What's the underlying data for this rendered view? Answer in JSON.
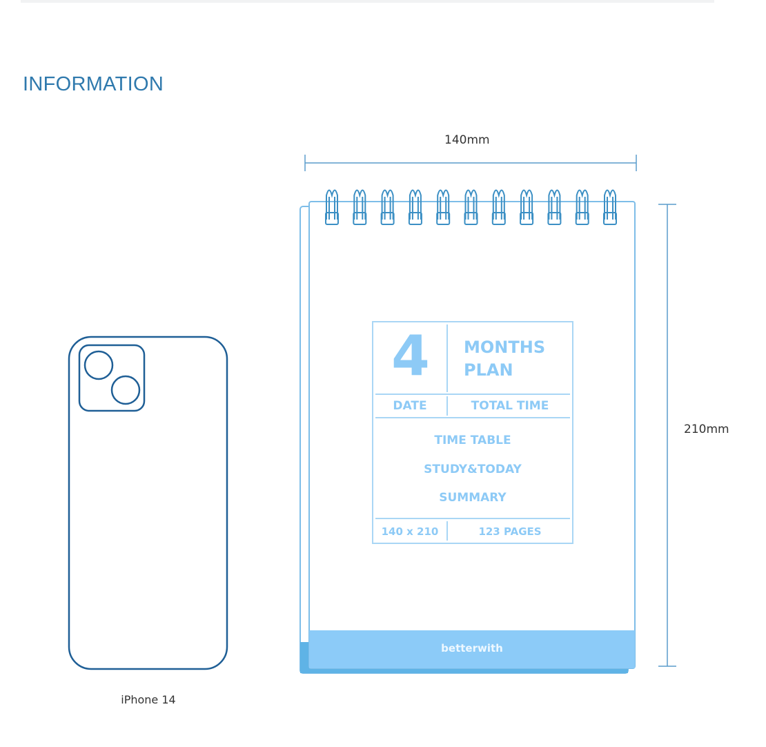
{
  "section": {
    "title": "INFORMATION"
  },
  "dimensions": {
    "width_label": "140mm",
    "height_label": "210mm"
  },
  "phone": {
    "caption": "iPhone 14"
  },
  "notebook": {
    "big_number": "4",
    "title_line1": "MONTHS",
    "title_line2": "PLAN",
    "date_label": "DATE",
    "total_time_label": "TOTAL TIME",
    "sections": [
      "TIME TABLE",
      "STUDY&TODAY",
      "SUMMARY"
    ],
    "size_label": "140 x 210",
    "pages_label": "123 PAGES",
    "brand": "betterwith"
  },
  "colors": {
    "accent": "#2f79ad",
    "light_blue": "#8ccbf8",
    "outline": "#1f5f96"
  }
}
